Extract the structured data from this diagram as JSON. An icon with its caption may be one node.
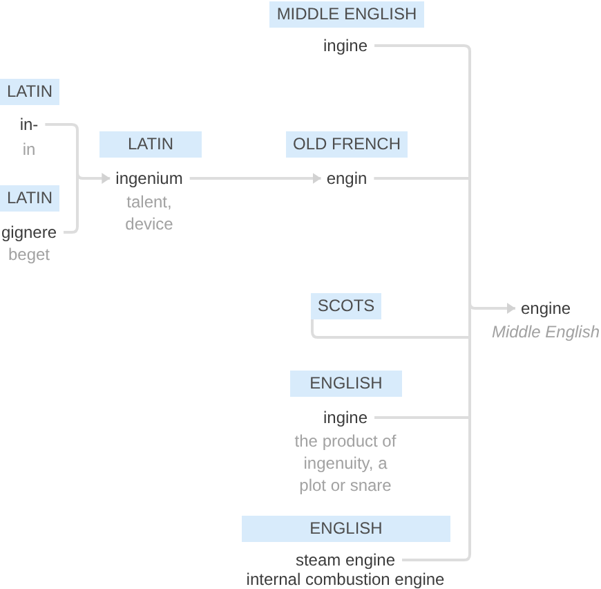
{
  "diagram": {
    "nodes": [
      {
        "text": [
          "LATIN"
        ]
      },
      {
        "text": [
          "in-"
        ],
        "beside": [
          "in"
        ]
      },
      {
        "text": [
          "LATIN"
        ]
      },
      {
        "text": [
          "gignere"
        ],
        "beside": [
          "beget"
        ]
      },
      {
        "text": [
          "LATIN"
        ]
      },
      {
        "text": [
          "ingenium"
        ],
        "beside": [
          "talent, device"
        ]
      },
      {
        "text": [
          "MIDDLE ENGLISH"
        ]
      },
      {
        "text": [
          "ingine"
        ]
      },
      {
        "text": [
          "OLD FRENCH"
        ]
      },
      {
        "text": [
          "engin"
        ]
      },
      {
        "text": [
          "SCOTS"
        ]
      },
      {
        "text": [
          "ENGLISH"
        ]
      },
      {
        "text": [
          "ingine"
        ],
        "beside": [
          "the product of ingenuity, a plot or snare"
        ]
      },
      {
        "text": [
          "ENGLISH"
        ]
      },
      {
        "text": [
          "steam engine",
          "internal combustion engine"
        ]
      },
      {
        "text": [
          "engine"
        ],
        "beside": [
          "Middle English"
        ]
      }
    ],
    "edges": [
      {
        "from": 1,
        "to": 5,
        "arrow": "to"
      },
      {
        "from": 3,
        "to": 5,
        "arrow": "to"
      },
      {
        "from": 5,
        "to": 9,
        "arrow": "to"
      },
      {
        "from": 7,
        "to": 15,
        "arrow": "to"
      },
      {
        "from": 9,
        "to": 15,
        "arrow": "to"
      },
      {
        "from": 10,
        "to": 15,
        "arrow": "to"
      },
      {
        "from": 12,
        "to": 15,
        "arrow": "to"
      },
      {
        "from": 14,
        "to": 15,
        "arrow": "to"
      }
    ]
  }
}
